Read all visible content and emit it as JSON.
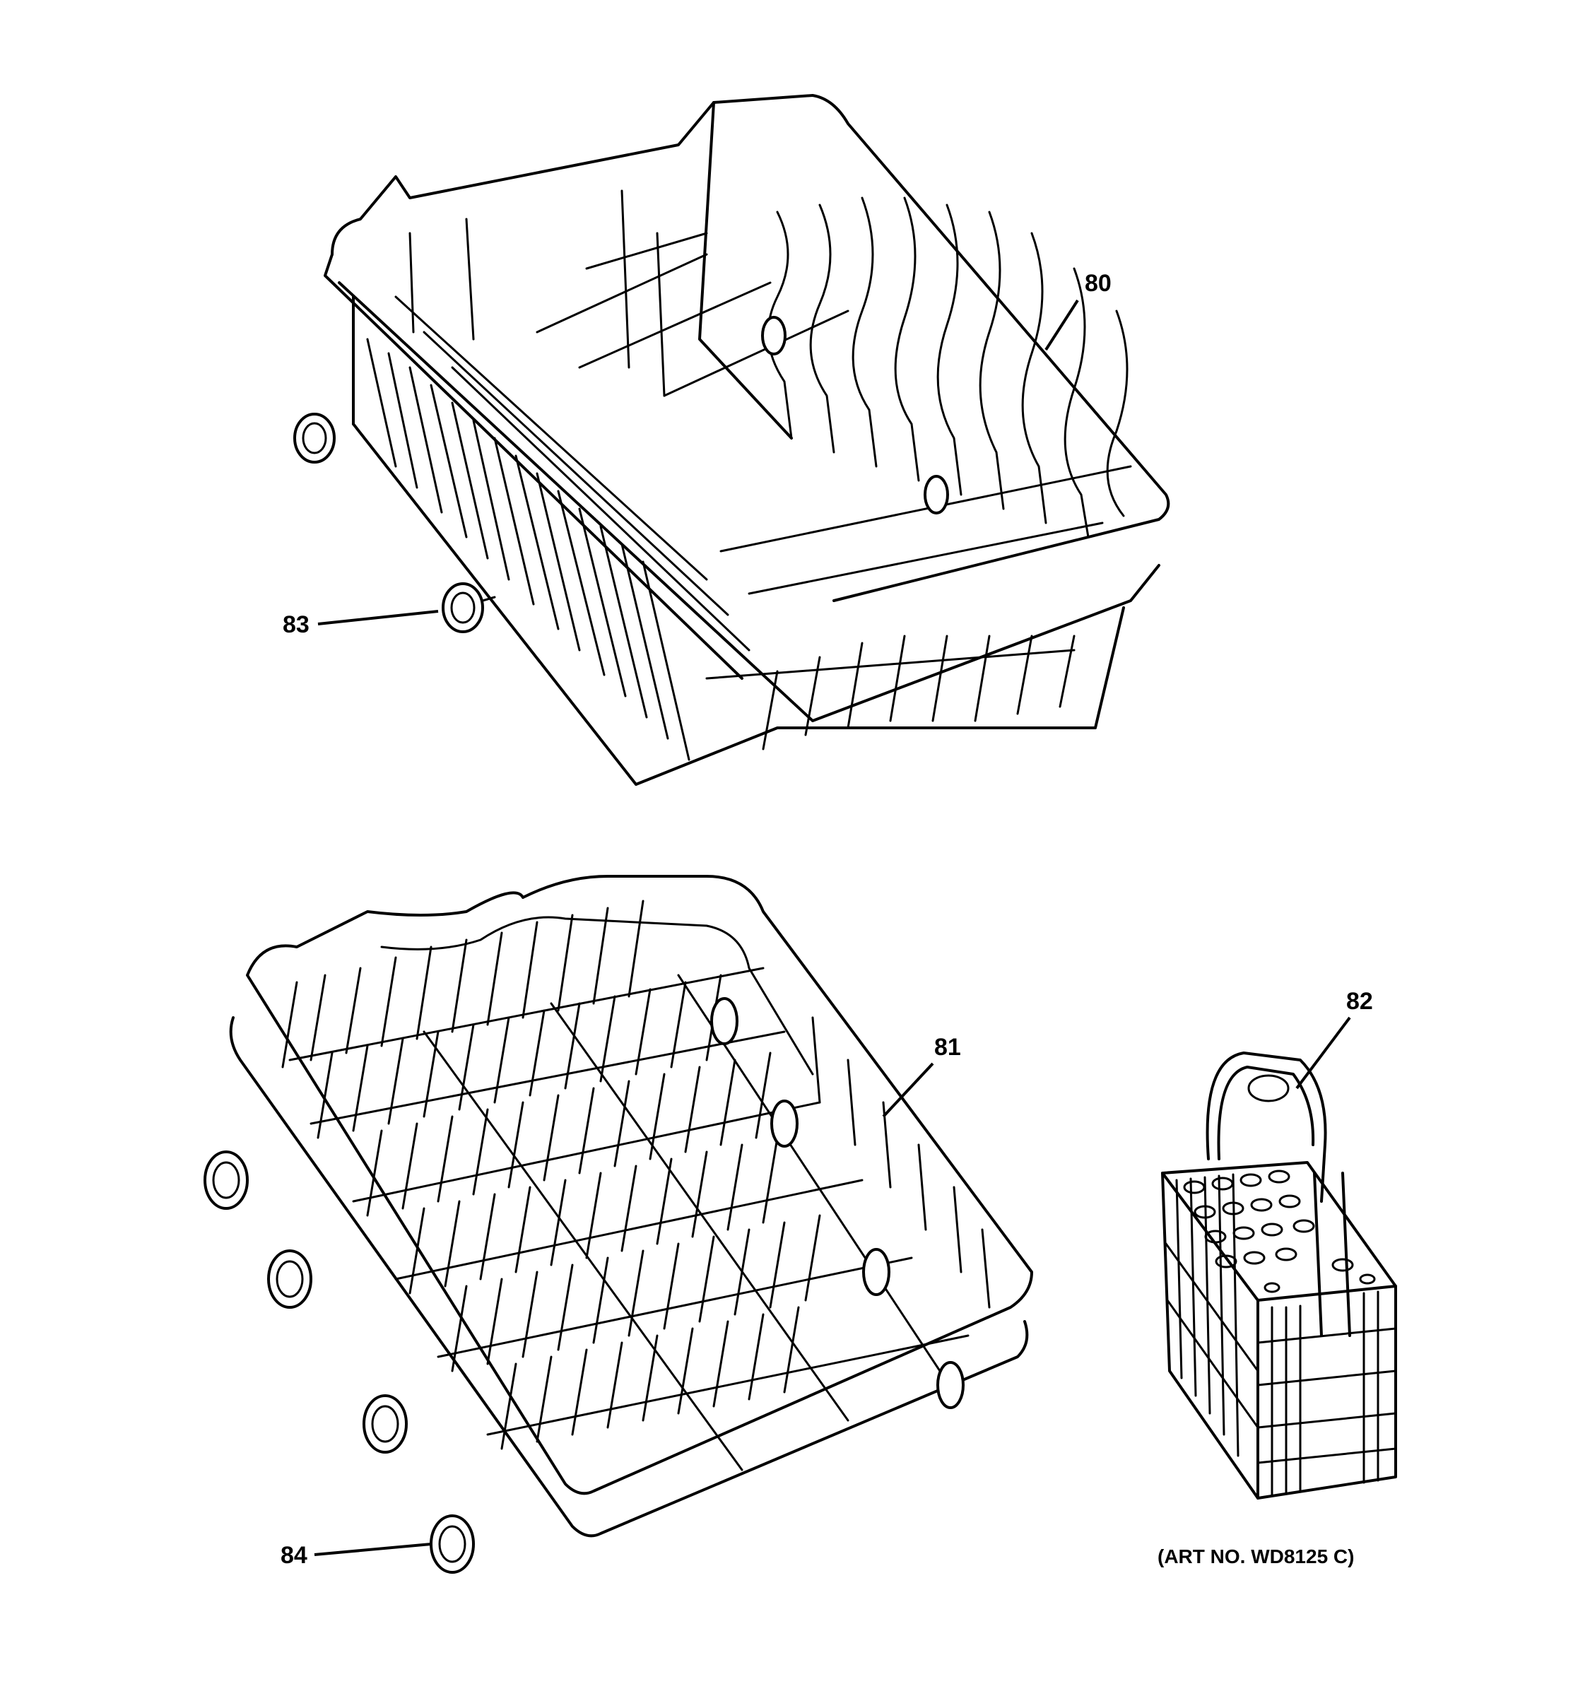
{
  "callouts": {
    "upper_rack": "80",
    "lower_rack": "81",
    "silverware_basket": "82",
    "upper_rack_wheel": "83",
    "lower_rack_wheel": "84"
  },
  "art_number": "(ART NO. WD8125 C)"
}
